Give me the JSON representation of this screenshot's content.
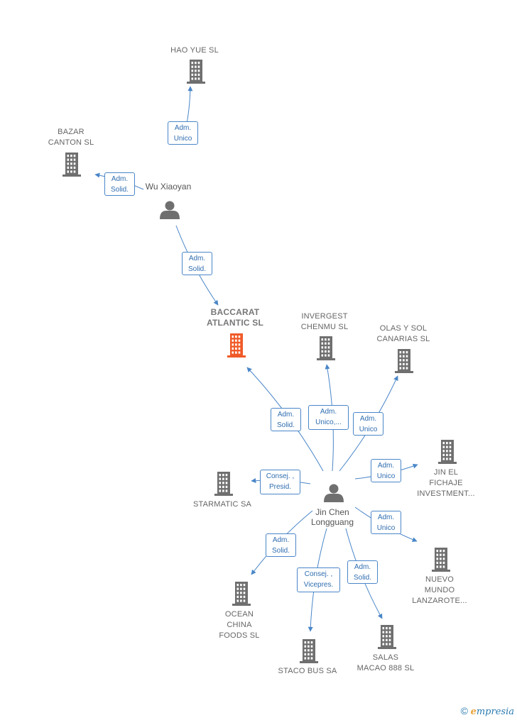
{
  "companies": [
    {
      "id": "hao-yue-sl",
      "label": "HAO YUE SL",
      "main": false
    },
    {
      "id": "bazar-canton-sl",
      "label": "BAZAR\nCANTON  SL",
      "main": false
    },
    {
      "id": "baccarat-atlantic-sl",
      "label": "BACCARAT\nATLANTIC  SL",
      "main": true
    },
    {
      "id": "invergest-chenmu-sl",
      "label": "INVERGEST\nCHENMU SL",
      "main": false
    },
    {
      "id": "olas-y-sol-canarias-sl",
      "label": "OLAS Y SOL\nCANARIAS SL",
      "main": false
    },
    {
      "id": "jin-el-fichaje-investment",
      "label": "JIN EL\nFICHAJE\nINVESTMENT...",
      "main": false
    },
    {
      "id": "starmatic-sa",
      "label": "STARMATIC SA",
      "main": false
    },
    {
      "id": "nuevo-mundo-lanzarote",
      "label": "NUEVO\nMUNDO\nLANZAROTE...",
      "main": false
    },
    {
      "id": "ocean-china-foods-sl",
      "label": "OCEAN\nCHINA\nFOODS SL",
      "main": false
    },
    {
      "id": "staco-bus-sa",
      "label": "STACO BUS SA",
      "main": false
    },
    {
      "id": "salas-macao-888-sl",
      "label": "SALAS\nMACAO 888  SL",
      "main": false
    }
  ],
  "persons": [
    {
      "id": "wu-xiaoyan",
      "label": "Wu Xiaoyan"
    },
    {
      "id": "jin-chen-longguang",
      "label": "Jin Chen\nLongguang"
    }
  ],
  "edges": [
    {
      "from": "wu-xiaoyan",
      "to": "hao-yue-sl",
      "label": "Adm.\nUnico"
    },
    {
      "from": "wu-xiaoyan",
      "to": "bazar-canton-sl",
      "label": "Adm.\nSolid."
    },
    {
      "from": "wu-xiaoyan",
      "to": "baccarat-atlantic-sl",
      "label": "Adm.\nSolid."
    },
    {
      "from": "jin-chen-longguang",
      "to": "baccarat-atlantic-sl",
      "label": "Adm.\nSolid."
    },
    {
      "from": "jin-chen-longguang",
      "to": "invergest-chenmu-sl",
      "label": "Adm.\nUnico,..."
    },
    {
      "from": "jin-chen-longguang",
      "to": "olas-y-sol-canarias-sl",
      "label": "Adm.\nUnico"
    },
    {
      "from": "jin-chen-longguang",
      "to": "jin-el-fichaje-investment",
      "label": "Adm.\nUnico"
    },
    {
      "from": "jin-chen-longguang",
      "to": "starmatic-sa",
      "label": "Consej. ,\nPresid."
    },
    {
      "from": "jin-chen-longguang",
      "to": "nuevo-mundo-lanzarote",
      "label": "Adm.\nUnico"
    },
    {
      "from": "jin-chen-longguang",
      "to": "ocean-china-foods-sl",
      "label": "Adm.\nSolid."
    },
    {
      "from": "jin-chen-longguang",
      "to": "staco-bus-sa",
      "label": "Consej. ,\nVicepres."
    },
    {
      "from": "jin-chen-longguang",
      "to": "salas-macao-888-sl",
      "label": "Adm.\nSolid."
    }
  ],
  "colors": {
    "edge": "#4a86c8",
    "company_icon": "#6f6f6f",
    "main_company_icon": "#f05a28",
    "person_icon": "#6f6f6f"
  },
  "watermark": {
    "copyright": "©",
    "brand_initial": "e",
    "brand_rest": "mpresia"
  }
}
